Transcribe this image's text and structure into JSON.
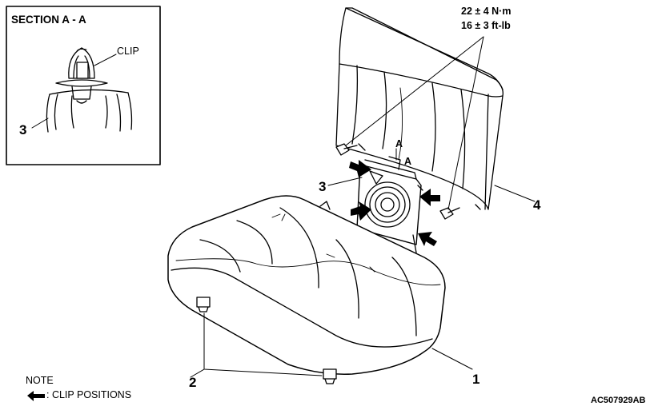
{
  "inset": {
    "title": "SECTION A - A",
    "clip_label": "CLIP",
    "part_label": "3"
  },
  "torque": {
    "metric": "22 ± 4 N·m",
    "imperial": "16 ± 3 ft-lb"
  },
  "callouts": {
    "seat_cushion": "1",
    "clips": "2",
    "speaker_bracket": "3",
    "seat_back": "4",
    "section_a_top": "A",
    "section_a_bottom": "A"
  },
  "note": {
    "heading": "NOTE",
    "legend_text": ": CLIP POSITIONS"
  },
  "figure_code": "AC507929AB"
}
